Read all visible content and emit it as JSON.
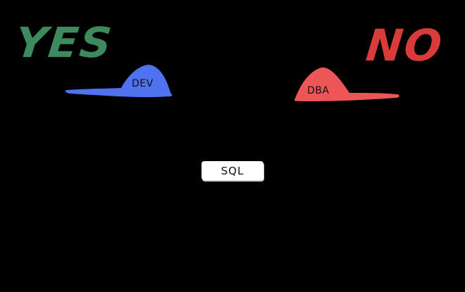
{
  "diagram": {
    "background": "#000000",
    "left_side": {
      "verdict": "YES",
      "verdict_color": "#3d8a5e",
      "cap_label": "DEV",
      "cap_color": "#4f72f0"
    },
    "right_side": {
      "verdict": "NO",
      "verdict_color": "#d93a3a",
      "cap_label": "DBA",
      "cap_color": "#ec5656"
    },
    "center": {
      "label": "SQL"
    }
  }
}
